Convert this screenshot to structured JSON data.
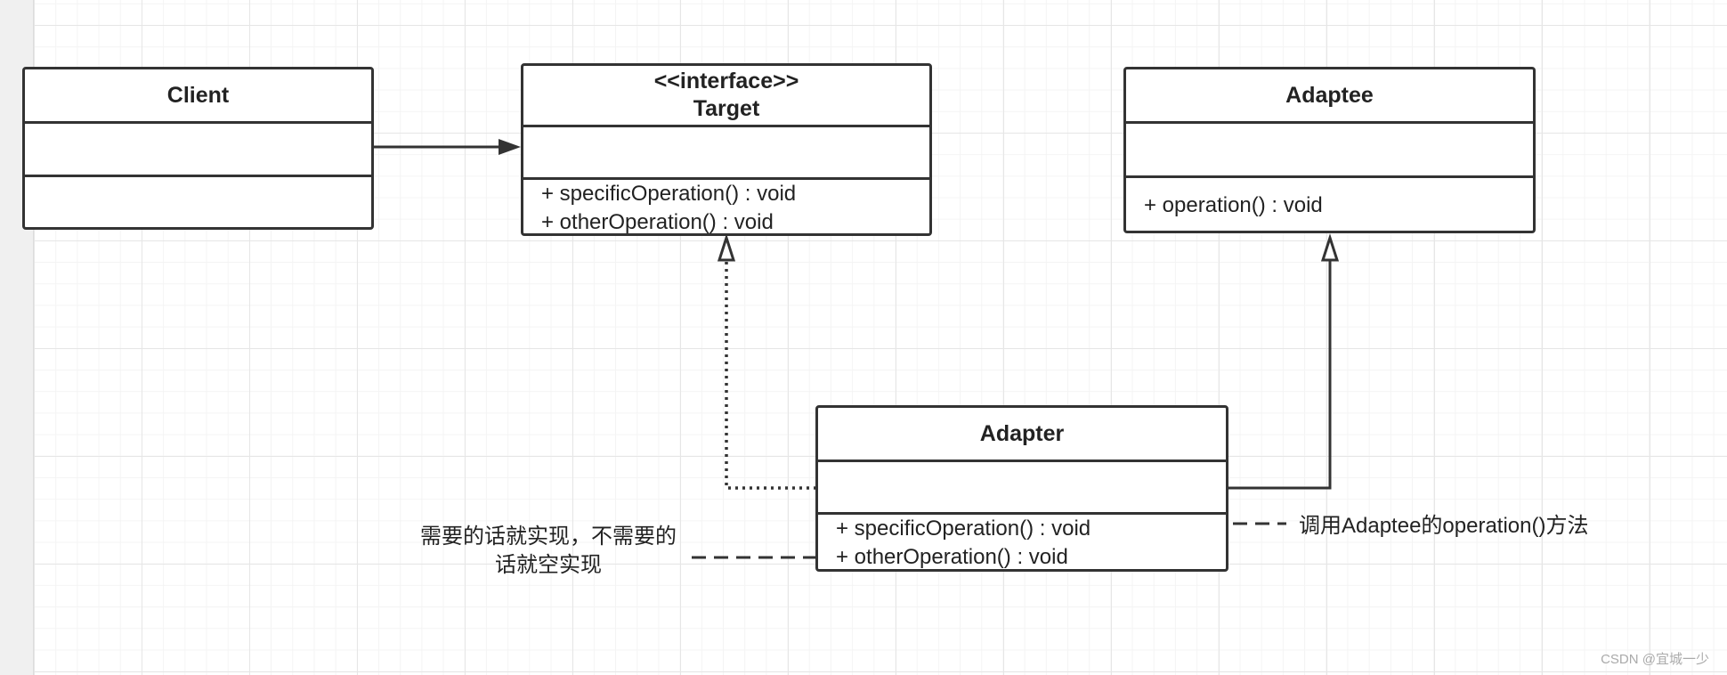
{
  "classes": {
    "client": {
      "name": "Client",
      "operations": []
    },
    "target": {
      "stereotype": "<<interface>>",
      "name": "Target",
      "operations": [
        "+ specificOperation() : void",
        "+ otherOperation() : void"
      ]
    },
    "adaptee": {
      "name": "Adaptee",
      "operations": [
        "+ operation() : void"
      ]
    },
    "adapter": {
      "name": "Adapter",
      "operations": [
        "+ specificOperation() : void",
        "+ otherOperation() : void"
      ]
    }
  },
  "notes": {
    "optional_impl": {
      "line1": "需要的话就实现，不需要的",
      "line2": "话就空实现"
    },
    "calls_adaptee": "调用Adaptee的operation()方法"
  },
  "relationships": [
    {
      "type": "association",
      "from": "Client",
      "to": "Target"
    },
    {
      "type": "realization",
      "from": "Adapter",
      "to": "Target"
    },
    {
      "type": "generalization",
      "from": "Adapter",
      "to": "Adaptee"
    }
  ],
  "watermark": "CSDN @宜城一少",
  "colors": {
    "line": "#333333",
    "grid": "#e6e6e6",
    "text": "#222222"
  }
}
